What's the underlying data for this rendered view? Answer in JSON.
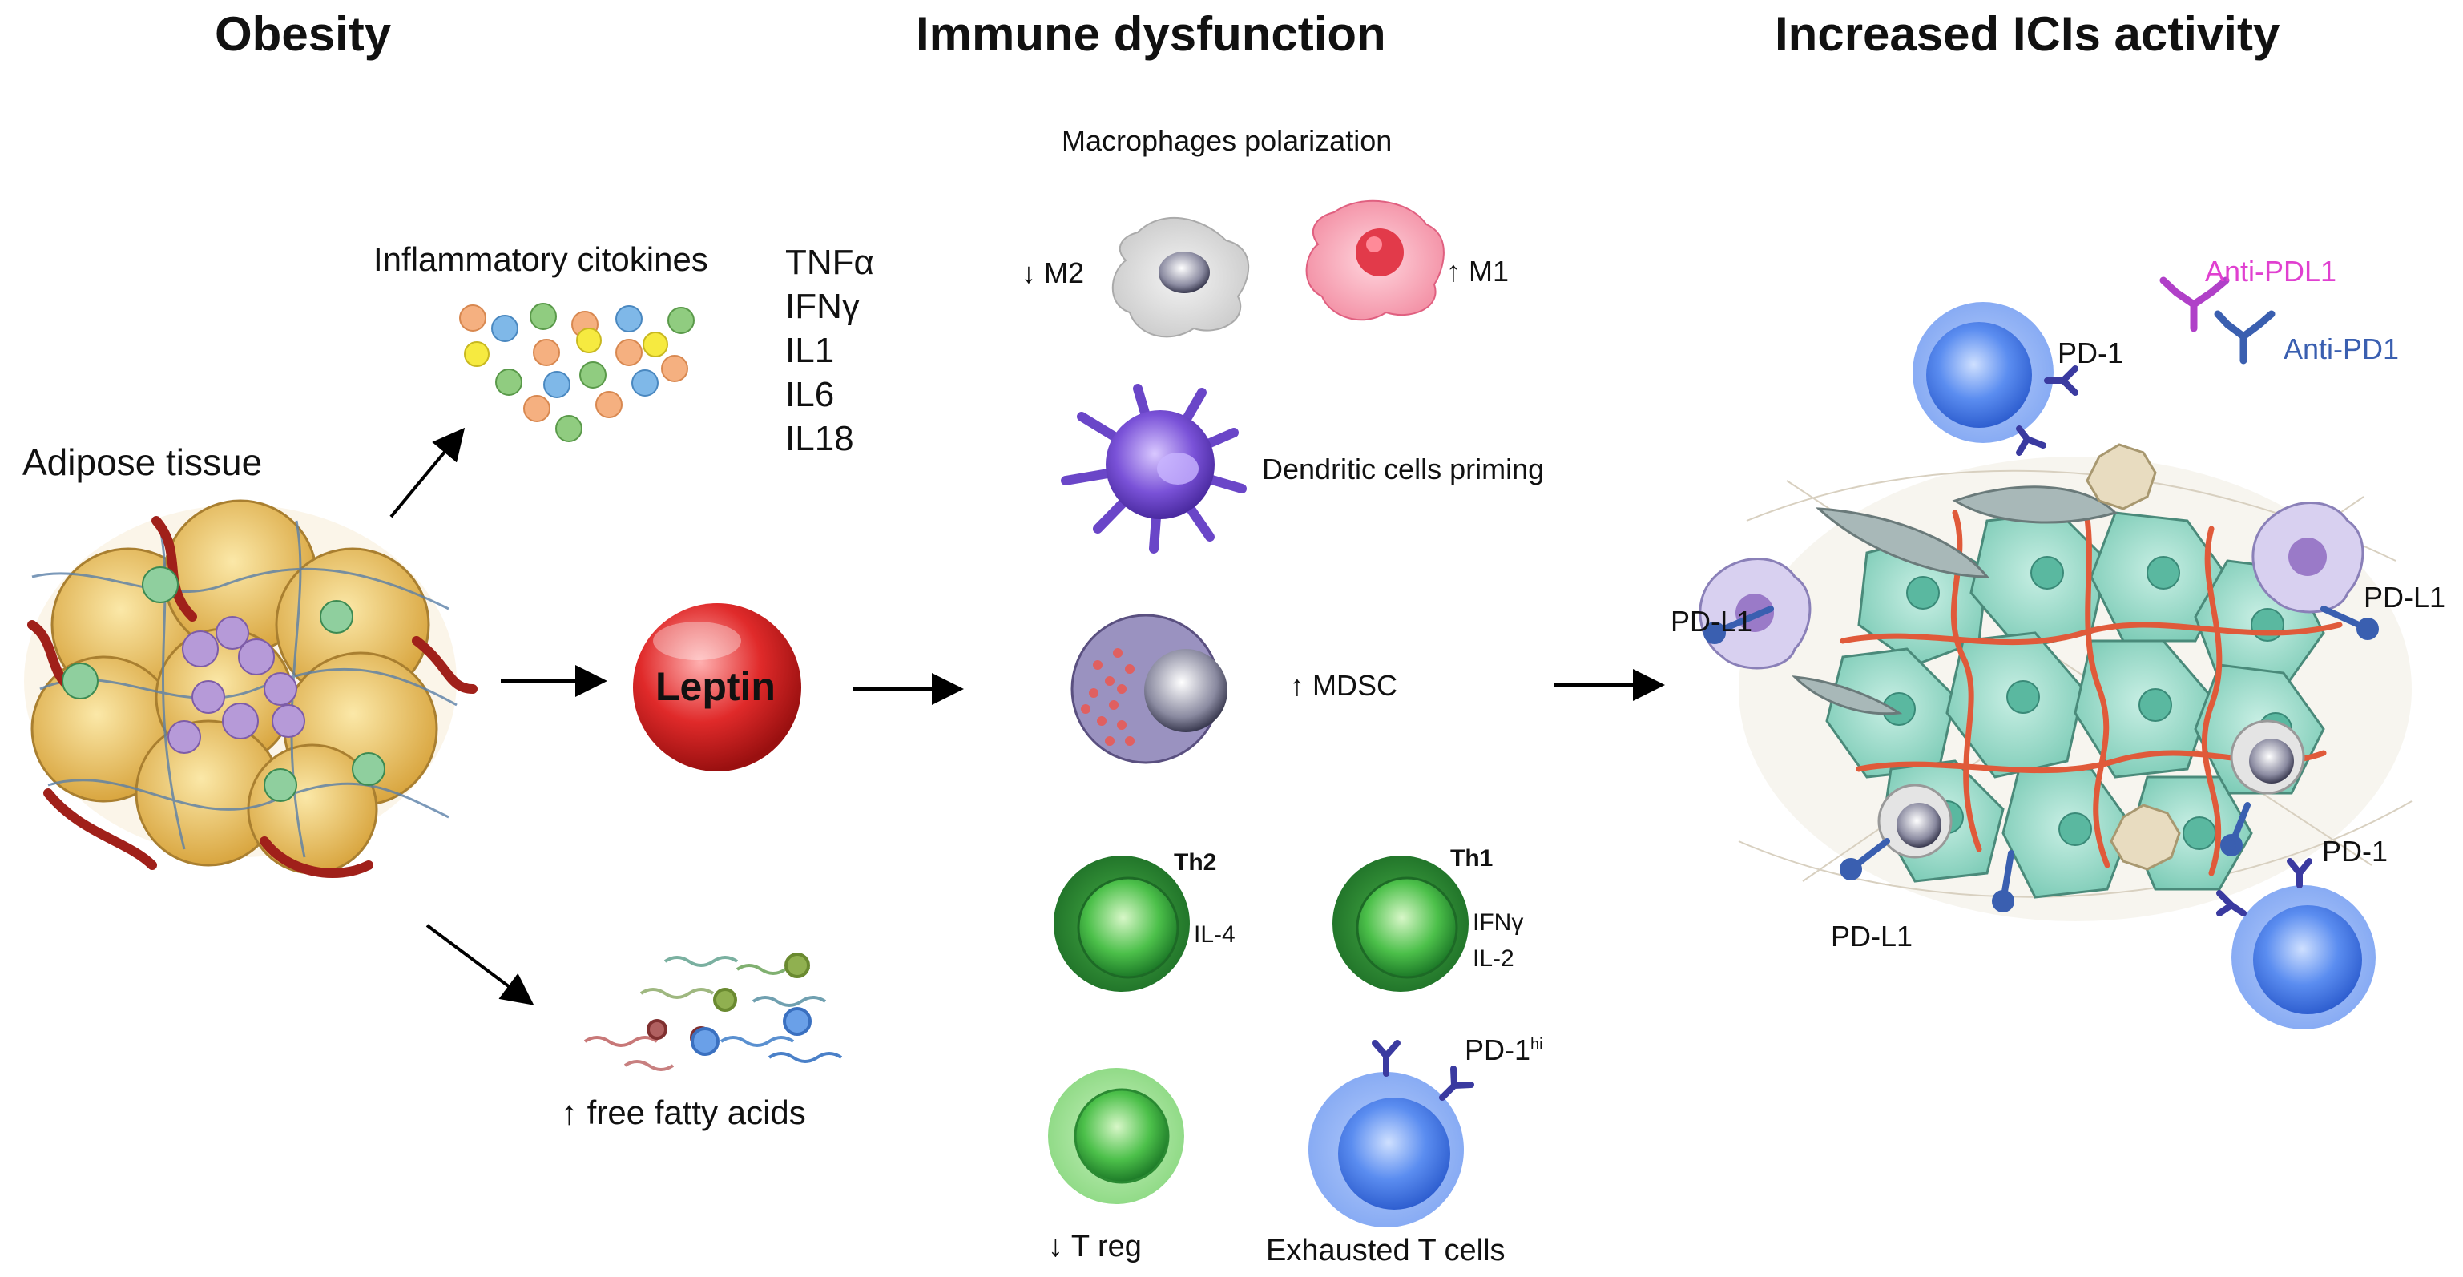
{
  "headers": {
    "obesity": "Obesity",
    "immune": "Immune dysfunction",
    "ici": "Increased ICIs activity"
  },
  "left": {
    "adipose": "Adipose tissue",
    "inflammatory": "Inflammatory citokines",
    "cytokines": [
      "TNFα",
      "IFNγ",
      "IL1",
      "IL6",
      "IL18"
    ],
    "leptin": "Leptin",
    "ffa": "↑ free fatty acids"
  },
  "middle": {
    "macro_title": "Macrophages polarization",
    "m2": "↓ M2",
    "m1": "↑ M1",
    "dendritic": "Dendritic cells priming",
    "mdsc": "↑ MDSC",
    "th2": "Th2",
    "il4": "IL-4",
    "th1": "Th1",
    "ifng": "IFNγ",
    "il2": "IL-2",
    "treg": "↓ T reg",
    "pd1hi": "PD-1",
    "pd1hi_sup": "hi",
    "exhausted": "Exhausted T cells"
  },
  "right": {
    "pd1_top": "PD-1",
    "anti_pdl1": "Anti-PDL1",
    "anti_pd1": "Anti-PD1",
    "pdl1_left": "PD-L1",
    "pdl1_right": "PD-L1",
    "pdl1_bottom": "PD-L1",
    "pd1_bottom": "PD-1"
  },
  "colors": {
    "leptin": "#d62b2b",
    "anti_pdl1": "#e040d0",
    "anti_pd1": "#3a5fb0",
    "tcell_green": "#2e9e3a",
    "tcell_blue": "#4a7fe8",
    "tumor": "#8fd3c2",
    "adipocyte": "#e8c060"
  },
  "icons": {
    "arrow": "arrow-right-icon",
    "antibody": "antibody-icon",
    "receptor": "pd1-receptor-icon"
  }
}
